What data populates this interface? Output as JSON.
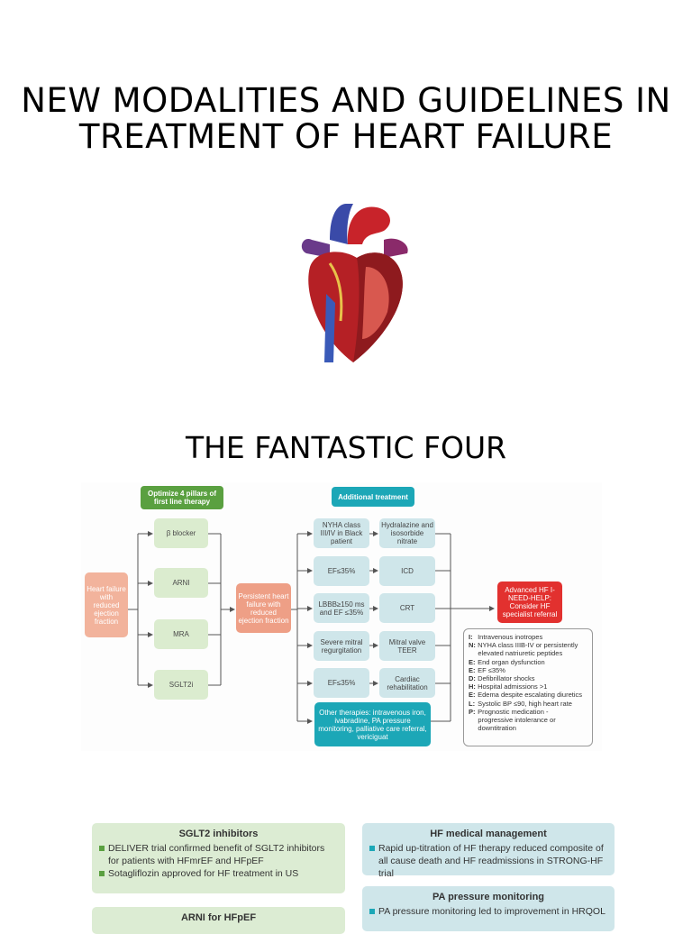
{
  "title": "NEW MODALITIES AND GUIDELINES IN TREATMENT OF HEART FAILURE",
  "subtitle": "THE FANTASTIC FOUR",
  "flowchart": {
    "header_left": "Optimize 4 pillars of first line therapy",
    "header_right": "Additional treatment",
    "start": "Heart failure with reduced ejection fraction",
    "pillars": [
      "β blocker",
      "ARNI",
      "MRA",
      "SGLT2i"
    ],
    "middle": "Persistent heart failure with reduced ejection fraction",
    "conditions": [
      "NYHA class III/IV in Black patient",
      "EF≤35%",
      "LBBB≥150 ms and EF ≤35%",
      "Severe mitral regurgitation",
      "EF≤35%"
    ],
    "treatments": [
      "Hydralazine and isosorbide nitrate",
      "ICD",
      "CRT",
      "Mitral valve TEER",
      "Cardiac rehabilitation"
    ],
    "other": "Other therapies: intravenous iron, ivabradine, PA pressure monitoring, palliative care referral, vericiguat",
    "advanced": "Advanced HF I-NEED-HELP: Consider HF specialist referral",
    "mnemonic": [
      {
        "k": "I:",
        "v": "Intravenous inotropes"
      },
      {
        "k": "N:",
        "v": "NYHA class IIIB-IV or persistently\n     elevated natriuretic peptides"
      },
      {
        "k": "E:",
        "v": "End organ dysfunction"
      },
      {
        "k": "E:",
        "v": "EF ≤35%"
      },
      {
        "k": "D:",
        "v": "Defibrillator shocks"
      },
      {
        "k": "H:",
        "v": "Hospital admissions >1"
      },
      {
        "k": "E:",
        "v": "Edema despite escalating diuretics"
      },
      {
        "k": "L:",
        "v": "Systolic BP ≤90, high heart rate"
      },
      {
        "k": "P:",
        "v": "Prognostic medication -\n     progressive intolerance or\n     downtitration"
      }
    ]
  },
  "cards": {
    "sglt2": {
      "title": "SGLT2 inhibitors",
      "items": [
        "DELIVER trial confirmed benefit of SGLT2 inhibitors for patients with HFmrEF and HFpEF",
        "Sotagliflozin approved for HF treatment in US"
      ]
    },
    "hfmm": {
      "title": "HF medical management",
      "items": [
        "Rapid up-titration of HF therapy reduced composite of all cause death and HF readmissions in STRONG-HF trial"
      ]
    },
    "pa": {
      "title": "PA pressure monitoring",
      "items": [
        "PA pressure monitoring led to improvement in HRQOL"
      ]
    },
    "arni": {
      "title": "ARNI for HFpEF"
    }
  },
  "colors": {
    "green": "#dbeccf",
    "salmon": "#f2b39c",
    "teal": "#1ca7b7",
    "red": "#e2312f"
  }
}
